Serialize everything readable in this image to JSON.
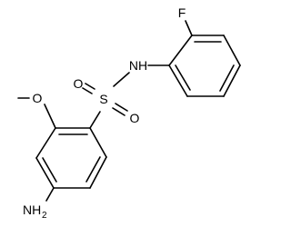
{
  "labels": {
    "fluorine": "F",
    "amide": "NH",
    "sulfur": "S",
    "oxygen_top": "O",
    "oxygen_bottom": "O",
    "methoxy_oxygen": "O",
    "amine_main": "NH",
    "amine_subscript": "2"
  },
  "colors": {
    "bond": "#000000",
    "background": "#ffffff"
  }
}
